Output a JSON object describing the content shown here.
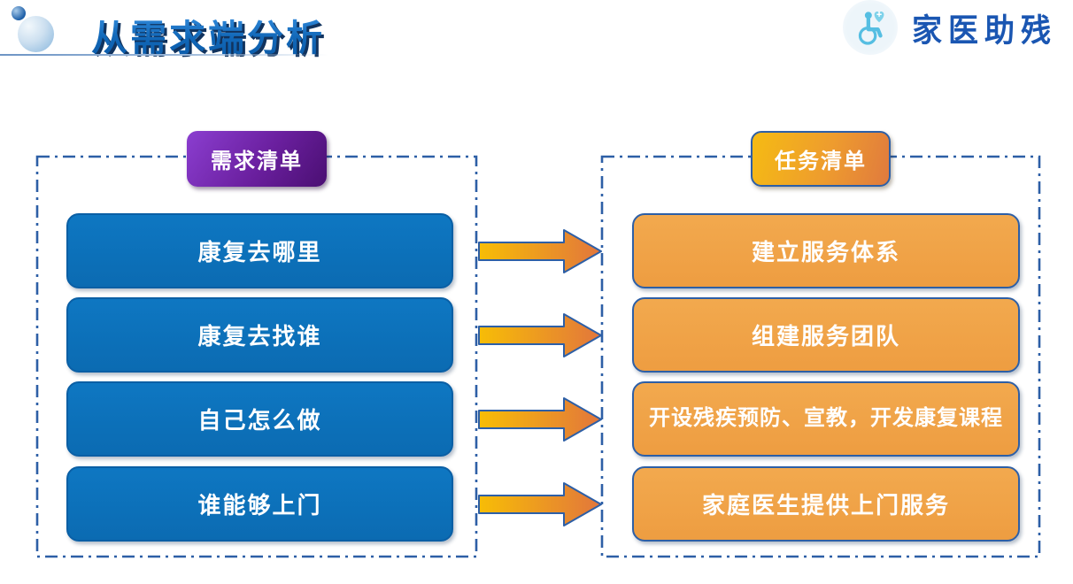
{
  "slide": {
    "title": "从需求端分析",
    "brand": {
      "name": "家医助残",
      "icon": "wheelchair-heart-icon"
    },
    "left_panel": {
      "header": "需求清单",
      "items": [
        "康复去哪里",
        "康复去找谁",
        "自己怎么做",
        "谁能够上门"
      ]
    },
    "right_panel": {
      "header": "任务清单",
      "items": [
        "建立服务体系",
        "组建服务团队",
        "开设残疾预防、宣教，开发康复课程",
        "家庭医生提供上门服务"
      ]
    },
    "colors": {
      "title_blue": "#0d5fae",
      "demand_box_blue": "#0c70b9",
      "demand_header_purple": "#6a1f9e",
      "task_box_orange": "#f0a24a",
      "task_header_gold": "#efa428",
      "outline_blue": "#2d5fa6",
      "arrow_gradient_start": "#f7bd06",
      "arrow_gradient_end": "#e2763c",
      "brand_blue": "#1a56b2",
      "icon_light_blue": "#55bee2"
    }
  }
}
